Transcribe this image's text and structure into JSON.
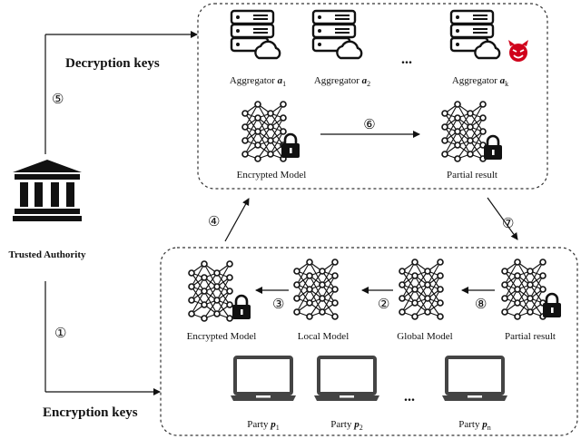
{
  "authority": {
    "label": "Trusted Authority",
    "icon": "bank-building-icon"
  },
  "keys": {
    "decryption_label": "Decryption keys",
    "encryption_label": "Encryption keys"
  },
  "steps": {
    "s1": "①",
    "s2": "②",
    "s3": "③",
    "s4": "④",
    "s5": "⑤",
    "s6": "⑥",
    "s7": "⑦",
    "s8": "⑧"
  },
  "aggregators": {
    "a1": {
      "label": "Aggregator ",
      "sub": "a",
      "idx": "1"
    },
    "a2": {
      "label": "Aggregator ",
      "sub": "a",
      "idx": "2"
    },
    "ak": {
      "label": "Aggregator ",
      "sub": "a",
      "idx": "k"
    },
    "ellipsis": "..."
  },
  "top_box": {
    "encrypted_model": "Encrypted Model",
    "partial_result": "Partial result"
  },
  "bottom_box": {
    "encrypted_model": "Encrypted Model",
    "local_model": "Local Model",
    "global_model": "Global Model",
    "partial_result": "Partial result"
  },
  "parties": {
    "p1": {
      "label": "Party ",
      "sub": "p",
      "idx": "1"
    },
    "p2": {
      "label": "Party ",
      "sub": "p",
      "idx": "2"
    },
    "pn": {
      "label": "Party ",
      "sub": "p",
      "idx": "n"
    },
    "ellipsis": "..."
  },
  "colors": {
    "ink": "#111111",
    "devil": "#d0021b",
    "box_border": "#333333"
  }
}
